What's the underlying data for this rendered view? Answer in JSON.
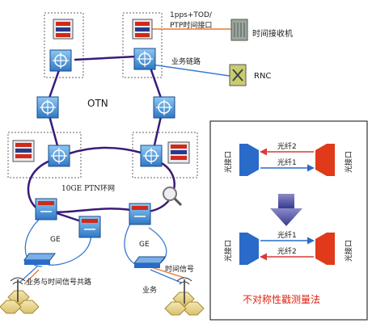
{
  "network": {
    "sync_interface_label_line1": "1pps+TOD/",
    "sync_interface_label_line2": "PTP时间接口",
    "time_receiver_label": "时间接收机",
    "service_link_label": "业务链路",
    "rnc_label": "RNC",
    "otn_label": "OTN",
    "ptn_ring_label": "10GE PTN环网",
    "ge_left_label": "GE",
    "ge_right_label": "GE",
    "shared_path_label": "业务与时间信号共路",
    "time_signal_label": "时间信号",
    "service_label": "业务"
  },
  "measurement_panel": {
    "top_fiber2_label": "光纤2",
    "top_fiber1_label": "光纤1",
    "bottom_fiber1_label": "光纤1",
    "bottom_fiber2_label": "光纤2",
    "port_label_top_left": "光接口",
    "port_label_top_right": "光接口",
    "port_label_bottom_left": "光接口",
    "port_label_bottom_right": "光接口",
    "caption": "不对称性戳测量法"
  },
  "colors": {
    "ring_purple": "#3a1a7a",
    "link_blue": "#3a7ad0",
    "orange_link": "#e8782c",
    "device_blue": "#2a6ac8",
    "device_red": "#e03a1a",
    "caption_red": "#e02010",
    "fiber_red": "#d83a3a"
  }
}
